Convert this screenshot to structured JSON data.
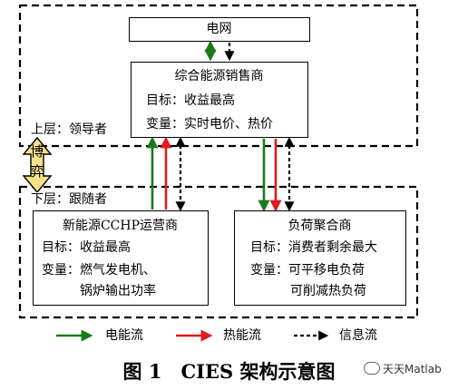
{
  "grid": {
    "title": "电网"
  },
  "upper_layer": {
    "label": "上层：领导者",
    "retailer": {
      "title": "综合能源销售商",
      "objective": "目标：收益最高",
      "variables": "变量：实时电价、热价"
    }
  },
  "game": {
    "line1": "博",
    "line2": "弈"
  },
  "lower_layer": {
    "label": "下层：跟随者",
    "operator": {
      "title": "新能源CCHP运营商",
      "objective": "目标：收益最高",
      "variables_line1": "变量：燃气发电机、",
      "variables_line2": "锅炉输出功率"
    },
    "aggregator": {
      "title": "负荷聚合商",
      "objective": "目标：消费者剩余最大",
      "variables_line1": "变量：可平移电负荷",
      "variables_line2": "可削减热负荷"
    }
  },
  "legend": {
    "electric": "电能流",
    "heat": "热能流",
    "info": "信息流"
  },
  "colors": {
    "electric": "#1a7a1a",
    "heat": "#e01b1b",
    "info": "#000000"
  },
  "caption": "图 1　CIES 架构示意图",
  "watermark": "天天Matlab"
}
